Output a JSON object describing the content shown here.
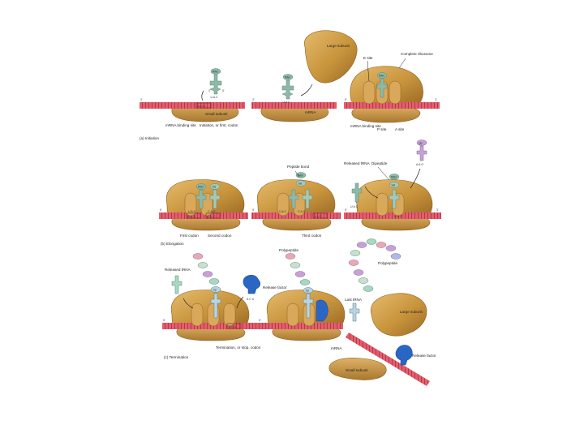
{
  "colors": {
    "ribosome": "#c8943c",
    "ribosome_light": "#e3b766",
    "ribosome_dark": "#8e6120",
    "mrna": "#e05a6a",
    "mrna_dark": "#b23446",
    "trna": "#8fb8a8",
    "trna_dark": "#5d8a79",
    "release_factor": "#2a66c4",
    "met": "#8fb8a8",
    "val": "#a8c8b6",
    "gly": "#c8a0d8",
    "trp": "#b8d4e0",
    "polypeptide": [
      "#c8e0d0",
      "#c8a0d8",
      "#e8a8b8",
      "#a8d8c0",
      "#b0b8e8"
    ]
  },
  "labels": {
    "mrna_3_prime": "3'",
    "mrna_5_prime": "5'",
    "mrna": "mRNA",
    "large_subunit": "Large subunit",
    "complete_ribosome": "Complete ribosome",
    "e_site": "E site",
    "p_site": "P site",
    "a_site": "A site",
    "mrna_binding_site": "mRNA binding site",
    "mrna_binding_site_2": "mRNA binding site",
    "small_subunit": "Small subunit",
    "initiation_codon": "Initiation, or first, codon",
    "section_initiation": "(a) Initiation",
    "peptide_bond": "Peptide bond",
    "released_trna": "Released tRNA",
    "dipeptide": "Dipeptide",
    "first_codon": "First codon",
    "second_codon": "Second codon",
    "third_codon": "Third codon",
    "section_elongation": "(b) Elongation",
    "released_trna_2": "Released tRNA",
    "release_factor": "Release factor",
    "polypeptide": "Polypeptide",
    "polypeptide_2": "Polypeptide",
    "termination_codon": "Termination, or stop, codon",
    "section_termination": "(c) Termination",
    "last_trna": "Last tRNA",
    "large_subunit_2": "Large subunit",
    "mrna_2": "mRNA",
    "release_factor_2": "Release factor",
    "small_subunit_2": "Small subunit"
  },
  "amino_acids": {
    "met": "fMet",
    "val": "Val",
    "gly": "gly",
    "trp": "trp"
  },
  "anticodons": {
    "uac": "U A C",
    "cag": "C A G",
    "aag": "A A G",
    "acu": "A C U"
  },
  "codons": {
    "aug": "A U G",
    "guc": "G U C",
    "uuc": "U U C",
    "uga": "U G A"
  }
}
